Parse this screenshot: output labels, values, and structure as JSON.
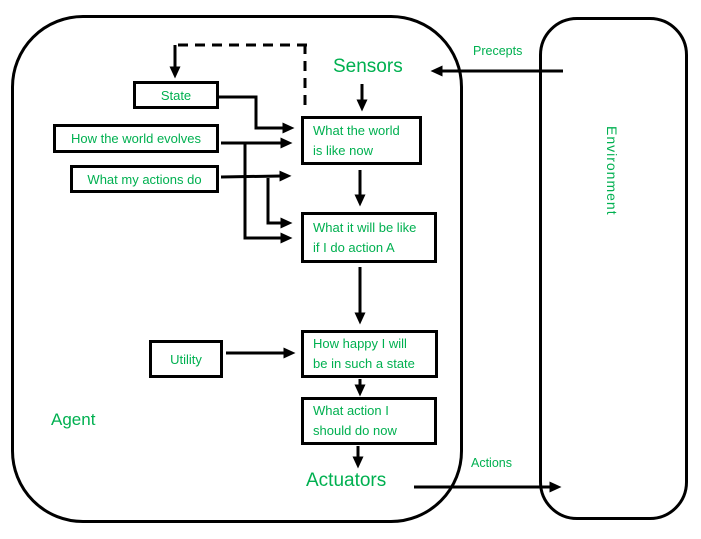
{
  "title": "Utility-based agent diagram",
  "colors": {
    "text_green": "#00B050",
    "line_black": "#000000",
    "background": "#ffffff"
  },
  "labels": {
    "sensors": "Sensors",
    "actuators": "Actuators",
    "agent": "Agent",
    "environment": "Environment",
    "precepts": "Precepts",
    "actions": "Actions"
  },
  "boxes": {
    "state": {
      "text": "State"
    },
    "how_world_evolves": {
      "text": "How the world evolves"
    },
    "what_my_actions_do": {
      "text": "What my actions do"
    },
    "world_now": {
      "line1": "What the world",
      "line2": "is like now"
    },
    "future": {
      "line1": "What it will be like",
      "line2": "if I do action A"
    },
    "happiness": {
      "line1": "How happy I will",
      "line2": "be in such a state"
    },
    "action_now": {
      "line1": "What action I",
      "line2": "should do now"
    },
    "utility": {
      "text": "Utility"
    }
  },
  "edges": [
    {
      "from": "world_now",
      "to": "state",
      "style": "dashed"
    },
    {
      "from": "state",
      "to": "world_now",
      "style": "solid"
    },
    {
      "from": "how_world_evolves",
      "to": "world_now",
      "style": "solid"
    },
    {
      "from": "how_world_evolves",
      "to": "future",
      "style": "solid"
    },
    {
      "from": "what_my_actions_do",
      "to": "world_now",
      "style": "solid"
    },
    {
      "from": "what_my_actions_do",
      "to": "future",
      "style": "solid"
    },
    {
      "from": "sensors",
      "to": "world_now",
      "style": "solid"
    },
    {
      "from": "world_now",
      "to": "future",
      "style": "solid"
    },
    {
      "from": "future",
      "to": "happiness",
      "style": "solid"
    },
    {
      "from": "utility",
      "to": "happiness",
      "style": "solid"
    },
    {
      "from": "happiness",
      "to": "action_now",
      "style": "solid"
    },
    {
      "from": "action_now",
      "to": "actuators",
      "style": "solid"
    },
    {
      "from": "environment",
      "to": "sensors",
      "style": "solid",
      "label": "Precepts"
    },
    {
      "from": "actuators",
      "to": "environment",
      "style": "solid",
      "label": "Actions"
    }
  ]
}
